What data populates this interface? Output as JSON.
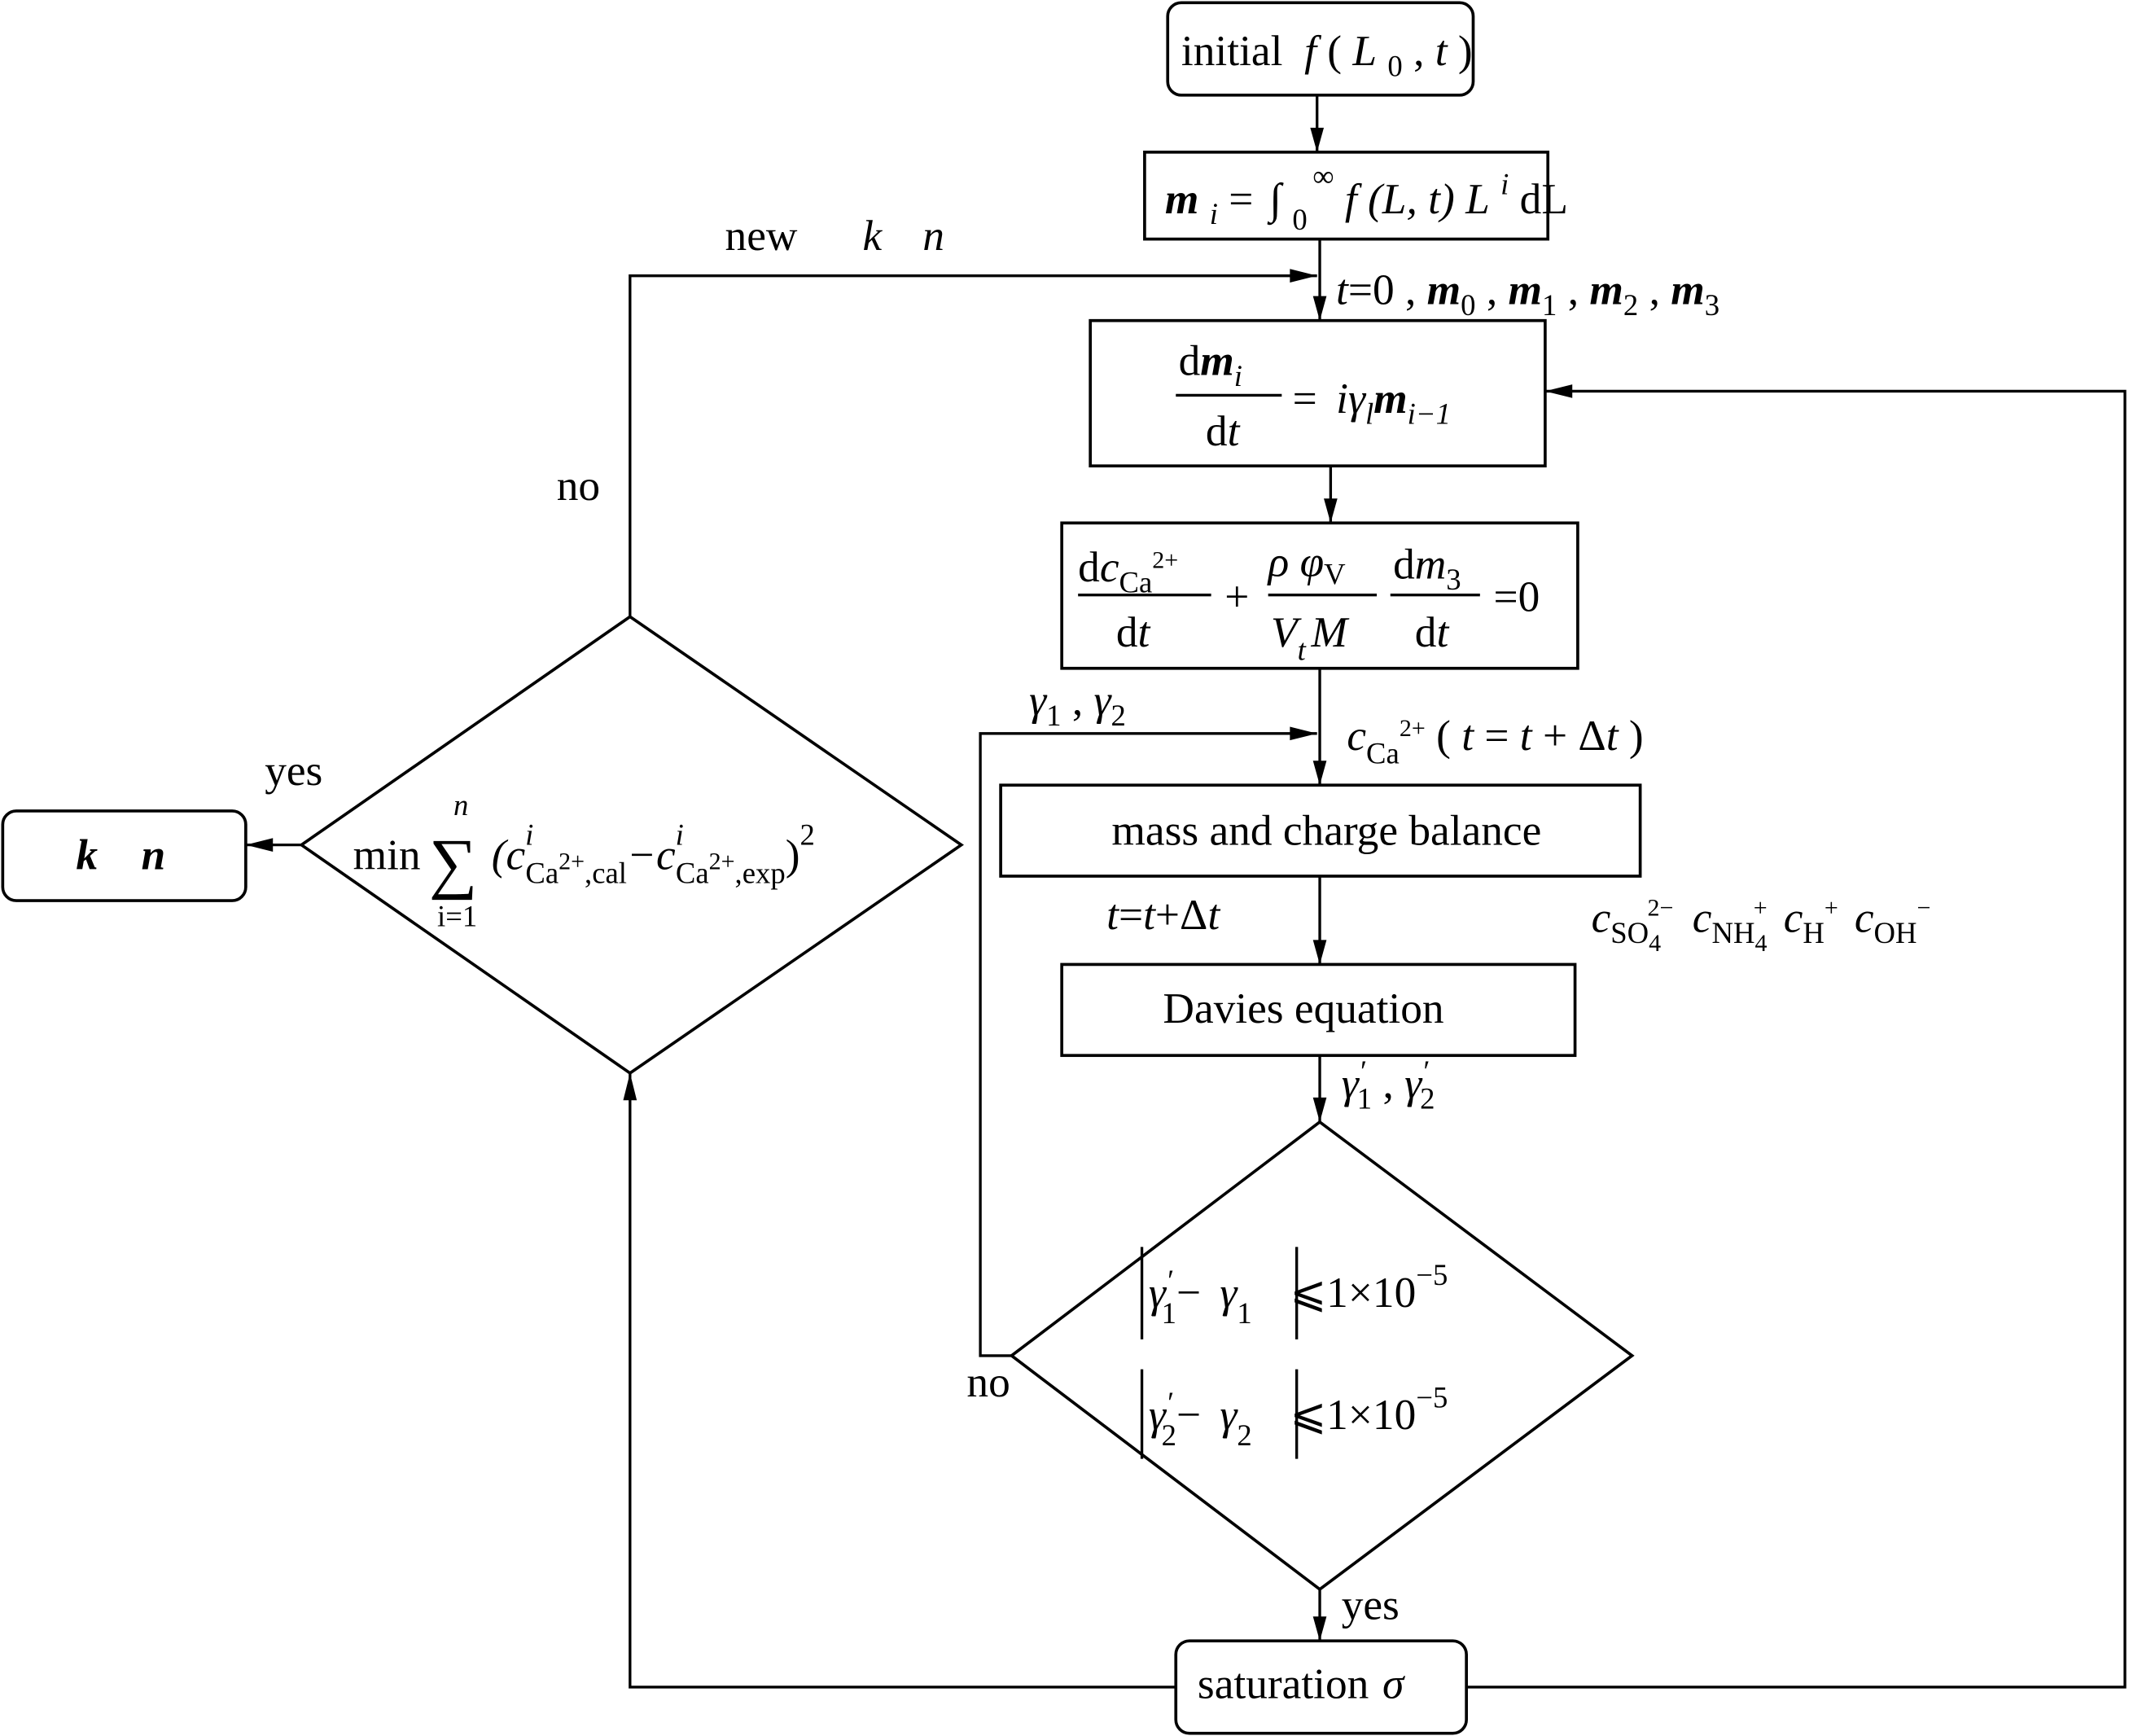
{
  "diagram": {
    "nodes": {
      "initial": {
        "label": "initial",
        "func": "f",
        "args_open": "(",
        "arg1": "L",
        "arg1_sub": "0",
        "sep": ", ",
        "arg2": "t",
        "args_close": ")"
      },
      "moments_def": {
        "lhs": "m",
        "lhs_sub": "i",
        "eq": "=",
        "integral": "∫",
        "lower": "0",
        "upper": "∞",
        "body": "f",
        "body_args": "(L, t)",
        "L": "L",
        "L_sup": "i",
        "dL": "dL"
      },
      "moment_ode": {
        "num_d": "d",
        "num_m": "m",
        "num_sub": "i",
        "den": "d",
        "den_t": "t",
        "rhs_eq": "=",
        "rhs_i": "i",
        "rhs_gamma": "γ",
        "rhs_gamma_sub": "l",
        "rhs_m": "m",
        "rhs_m_sub": "i−1"
      },
      "ca_balance": {
        "num1_d": "d",
        "num1_c": "c",
        "num1_sub": "Ca",
        "num1_sup": "2+",
        "den1": "d",
        "den1_t": "t",
        "plus": "+",
        "num2": "ρ φ",
        "num2_sub": "V",
        "den2_V": "V",
        "den2_sub": "t",
        "den2_M": "M",
        "num3_d": "d",
        "num3_m": "m",
        "num3_sub": "3",
        "den3": "d",
        "den3_t": "t",
        "rhs": "=0"
      },
      "mass_charge": {
        "label": "mass and charge balance"
      },
      "davies": {
        "label": "Davies equation"
      },
      "convergence": {
        "row1": {
          "gp": "γ",
          "gp_prime": "′",
          "gp_sub": "1",
          "minus": "−",
          "g": "γ",
          "g_sub": "1",
          "rel": "⩽1×10",
          "exp": "−5"
        },
        "row2": {
          "gp": "γ",
          "gp_prime": "′",
          "gp_sub": "2",
          "minus": "−",
          "g": "γ",
          "g_sub": "2",
          "rel": "⩽1×10",
          "exp": "−5"
        }
      },
      "saturation": {
        "label": "saturation",
        "symbol": "σ"
      },
      "objective": {
        "min": "min",
        "sigma": "∑",
        "upper": "n",
        "lower": "i=1",
        "open": "(c",
        "sup1": "i",
        "sub1a": "Ca",
        "sub1b": "2+",
        "sub1c": ",cal",
        "minus": "−c",
        "sup2": "i",
        "sub2a": "Ca",
        "sub2b": "2+",
        "sub2c": ",exp",
        "close": ")",
        "pow": "2"
      },
      "result": {
        "k": "k",
        "n": "n"
      }
    },
    "edge_labels": {
      "init_vals": {
        "t": "t",
        "eq0": "=0 ,",
        "m0": "m",
        "m0_sub": "0",
        "m1": "m",
        "m1_sub": "1",
        "m2": "m",
        "m2_sub": "2",
        "m3": "m",
        "m3_sub": "3",
        "comma": " ,"
      },
      "new_kn": {
        "word": "new",
        "k": "k",
        "n": "n"
      },
      "no_outer": "no",
      "yes_outer": "yes",
      "gammas": {
        "g": "γ",
        "s1": "1",
        "comma": " , ",
        "s2": "2"
      },
      "c_ca_step": {
        "c": "c",
        "sub": "Ca",
        "sup": "2+",
        "open": " ( ",
        "t": "t",
        "eq": " = ",
        "t2": "t",
        "plus": " + Δ",
        "t3": "t",
        "close": " )"
      },
      "time_step": {
        "t": "t",
        "eq": "=",
        "t2": "t",
        "plus": "+Δ",
        "t3": "t"
      },
      "ion_concs": {
        "c1": "c",
        "c1_sub": "SO",
        "c1_sub4": "4",
        "c1_sup": "2−",
        "c2": "c",
        "c2_sub": "NH",
        "c2_sub4": "4",
        "c2_sup": "+",
        "c3": "c",
        "c3_sub": "H",
        "c3_sup": "+",
        "c4": "c",
        "c4_sub": "OH",
        "c4_sup": "−"
      },
      "gammas_prime": {
        "g": "γ",
        "p": "′",
        "s1": "1",
        "comma": " , ",
        "s2": "2"
      },
      "no_inner": "no",
      "yes_inner": "yes"
    }
  }
}
